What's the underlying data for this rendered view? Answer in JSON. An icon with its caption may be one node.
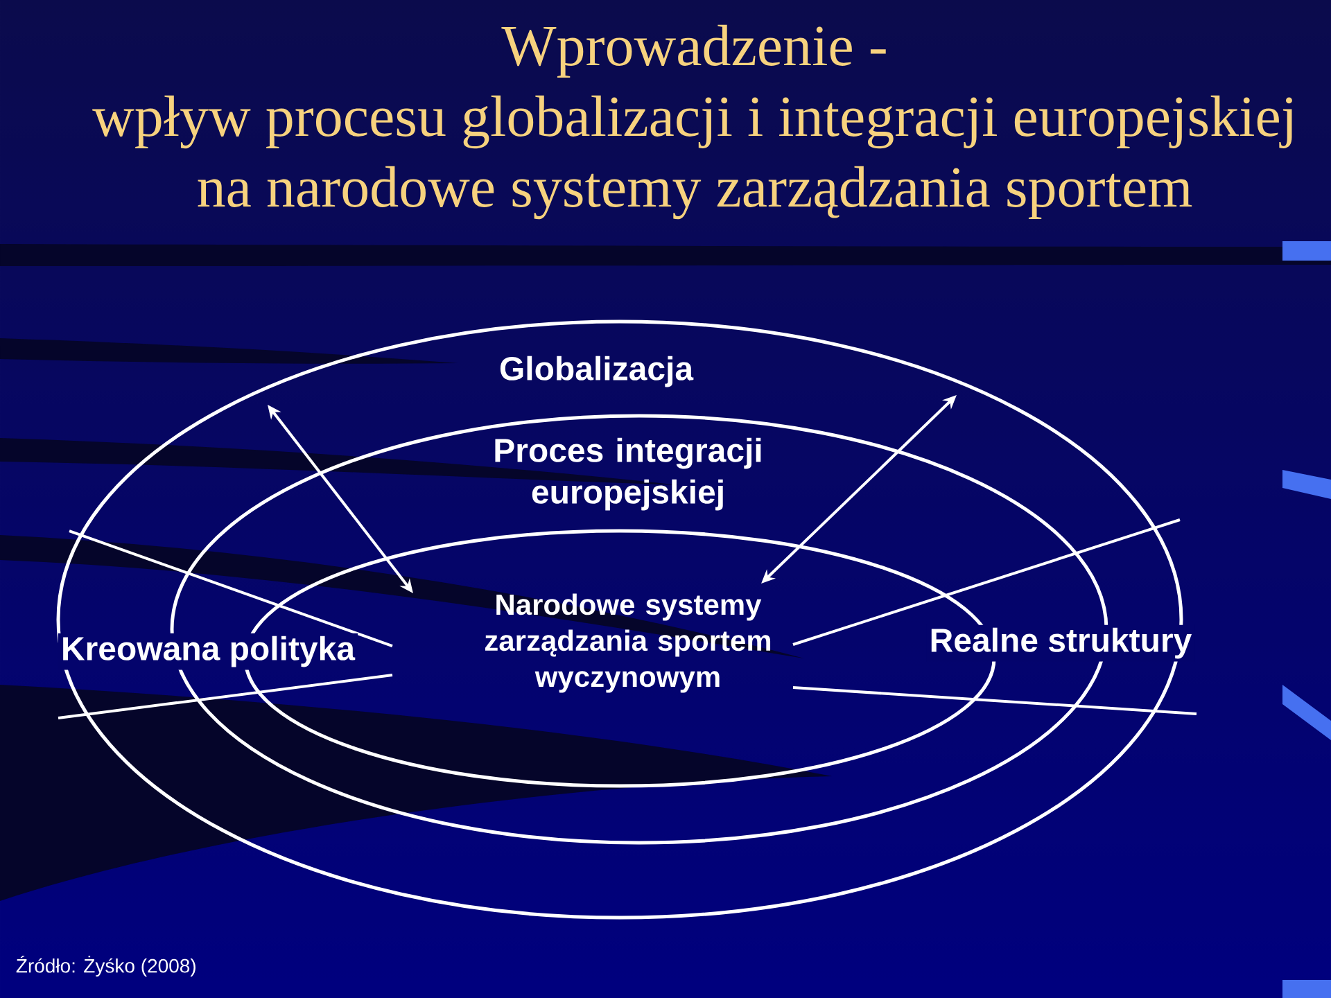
{
  "diagram": {
    "title": "Wprowadzenie - wpływ procesu globalizacji i integracji europejskiej na narodowe systemy zarządzania sportem",
    "nodes": [
      {
        "text": [
          "Globalizacja"
        ]
      },
      {
        "text": [
          "Proces integracji europejskiej"
        ],
        "in": 0
      },
      {
        "text": [
          "Narodowe systemy zarządzania sportem wyczynowym"
        ],
        "in": 1
      }
    ],
    "edges": [
      {
        "from": 0,
        "to": 2,
        "arrow": "both"
      },
      {
        "from": 0,
        "to": 2,
        "arrow": "both"
      }
    ],
    "labels": [
      "Kreowana polityka",
      "Realne struktury",
      "Źródło: Żyśko (2008)"
    ]
  }
}
